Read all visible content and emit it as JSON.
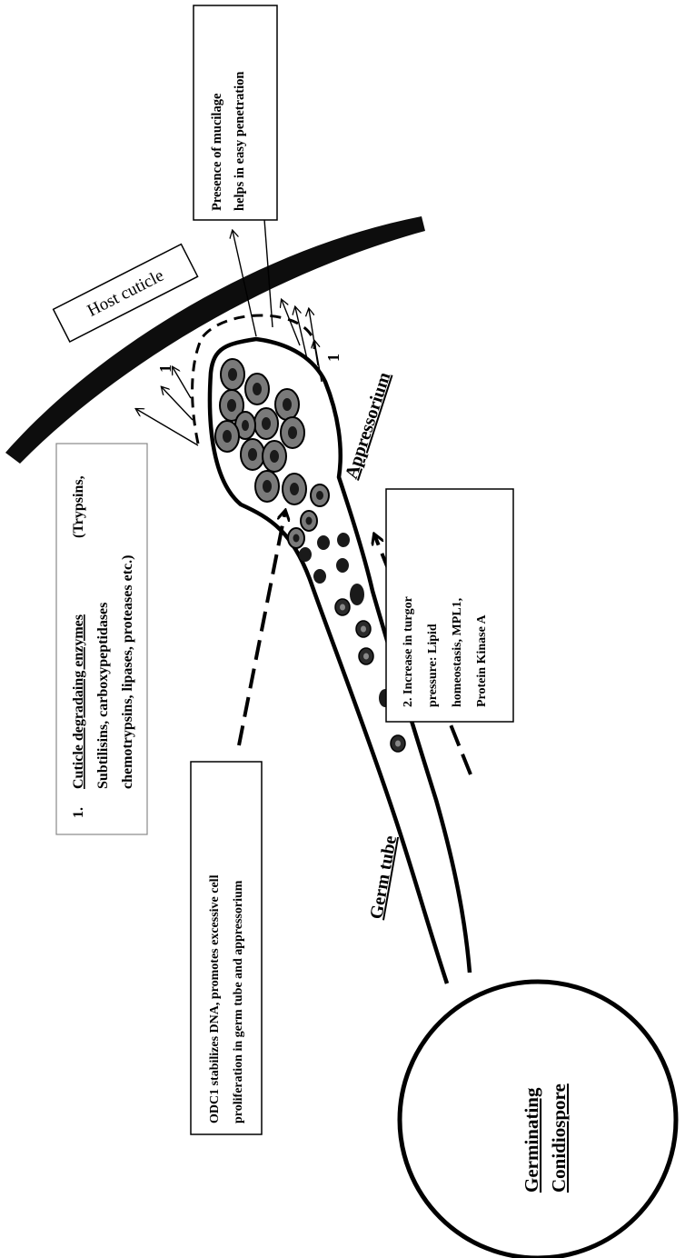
{
  "labels": {
    "host_cuticle": "Host cuticle",
    "mucilage_line1": "Presence of mucilage",
    "mucilage_line2": "helps in easy penetration",
    "enzymes_num": "1.",
    "enzymes_title": "Cuticle degradaing enzymes",
    "enzymes_line1_rest": "(Trypsins,",
    "enzymes_line2": "Subtilisins, carboxypeptidases",
    "enzymes_line3": "chemotrypsins, lipases, proteases etc.)",
    "odc_line1": "ODC1 stabilizes DNA, promotes excessive cell",
    "odc_line2": "proliferation in germ tube and appressorium",
    "turgor_line1": "2. Increase in turgor",
    "turgor_line2": "pressure: Lipid",
    "turgor_line3": "homeostasis, MPL1,",
    "turgor_line4": "Protein Kinase A",
    "appressorium": "Appressorium",
    "germ_tube": "Germ tube",
    "conidiospore_line1": "Germinating",
    "conidiospore_line2": "Conidiospore",
    "arrow_num_left": "1",
    "arrow_num_right": "1"
  },
  "colors": {
    "outline": "#000000",
    "nucleus_fill": "#7a7a7a",
    "nucleus_core": "#1a1a1a"
  }
}
